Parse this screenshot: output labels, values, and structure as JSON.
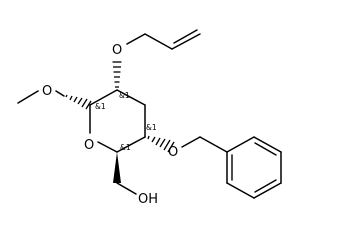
{
  "molecule": {
    "atoms": {
      "o_methoxy": "O",
      "o_allyloxy": "O",
      "o_ring": "O",
      "o_benzyloxy": "O",
      "oh": "OH"
    },
    "stereo_labels": {
      "c1": "&1",
      "c2": "&1",
      "c4": "&1",
      "c5": "&1"
    }
  }
}
